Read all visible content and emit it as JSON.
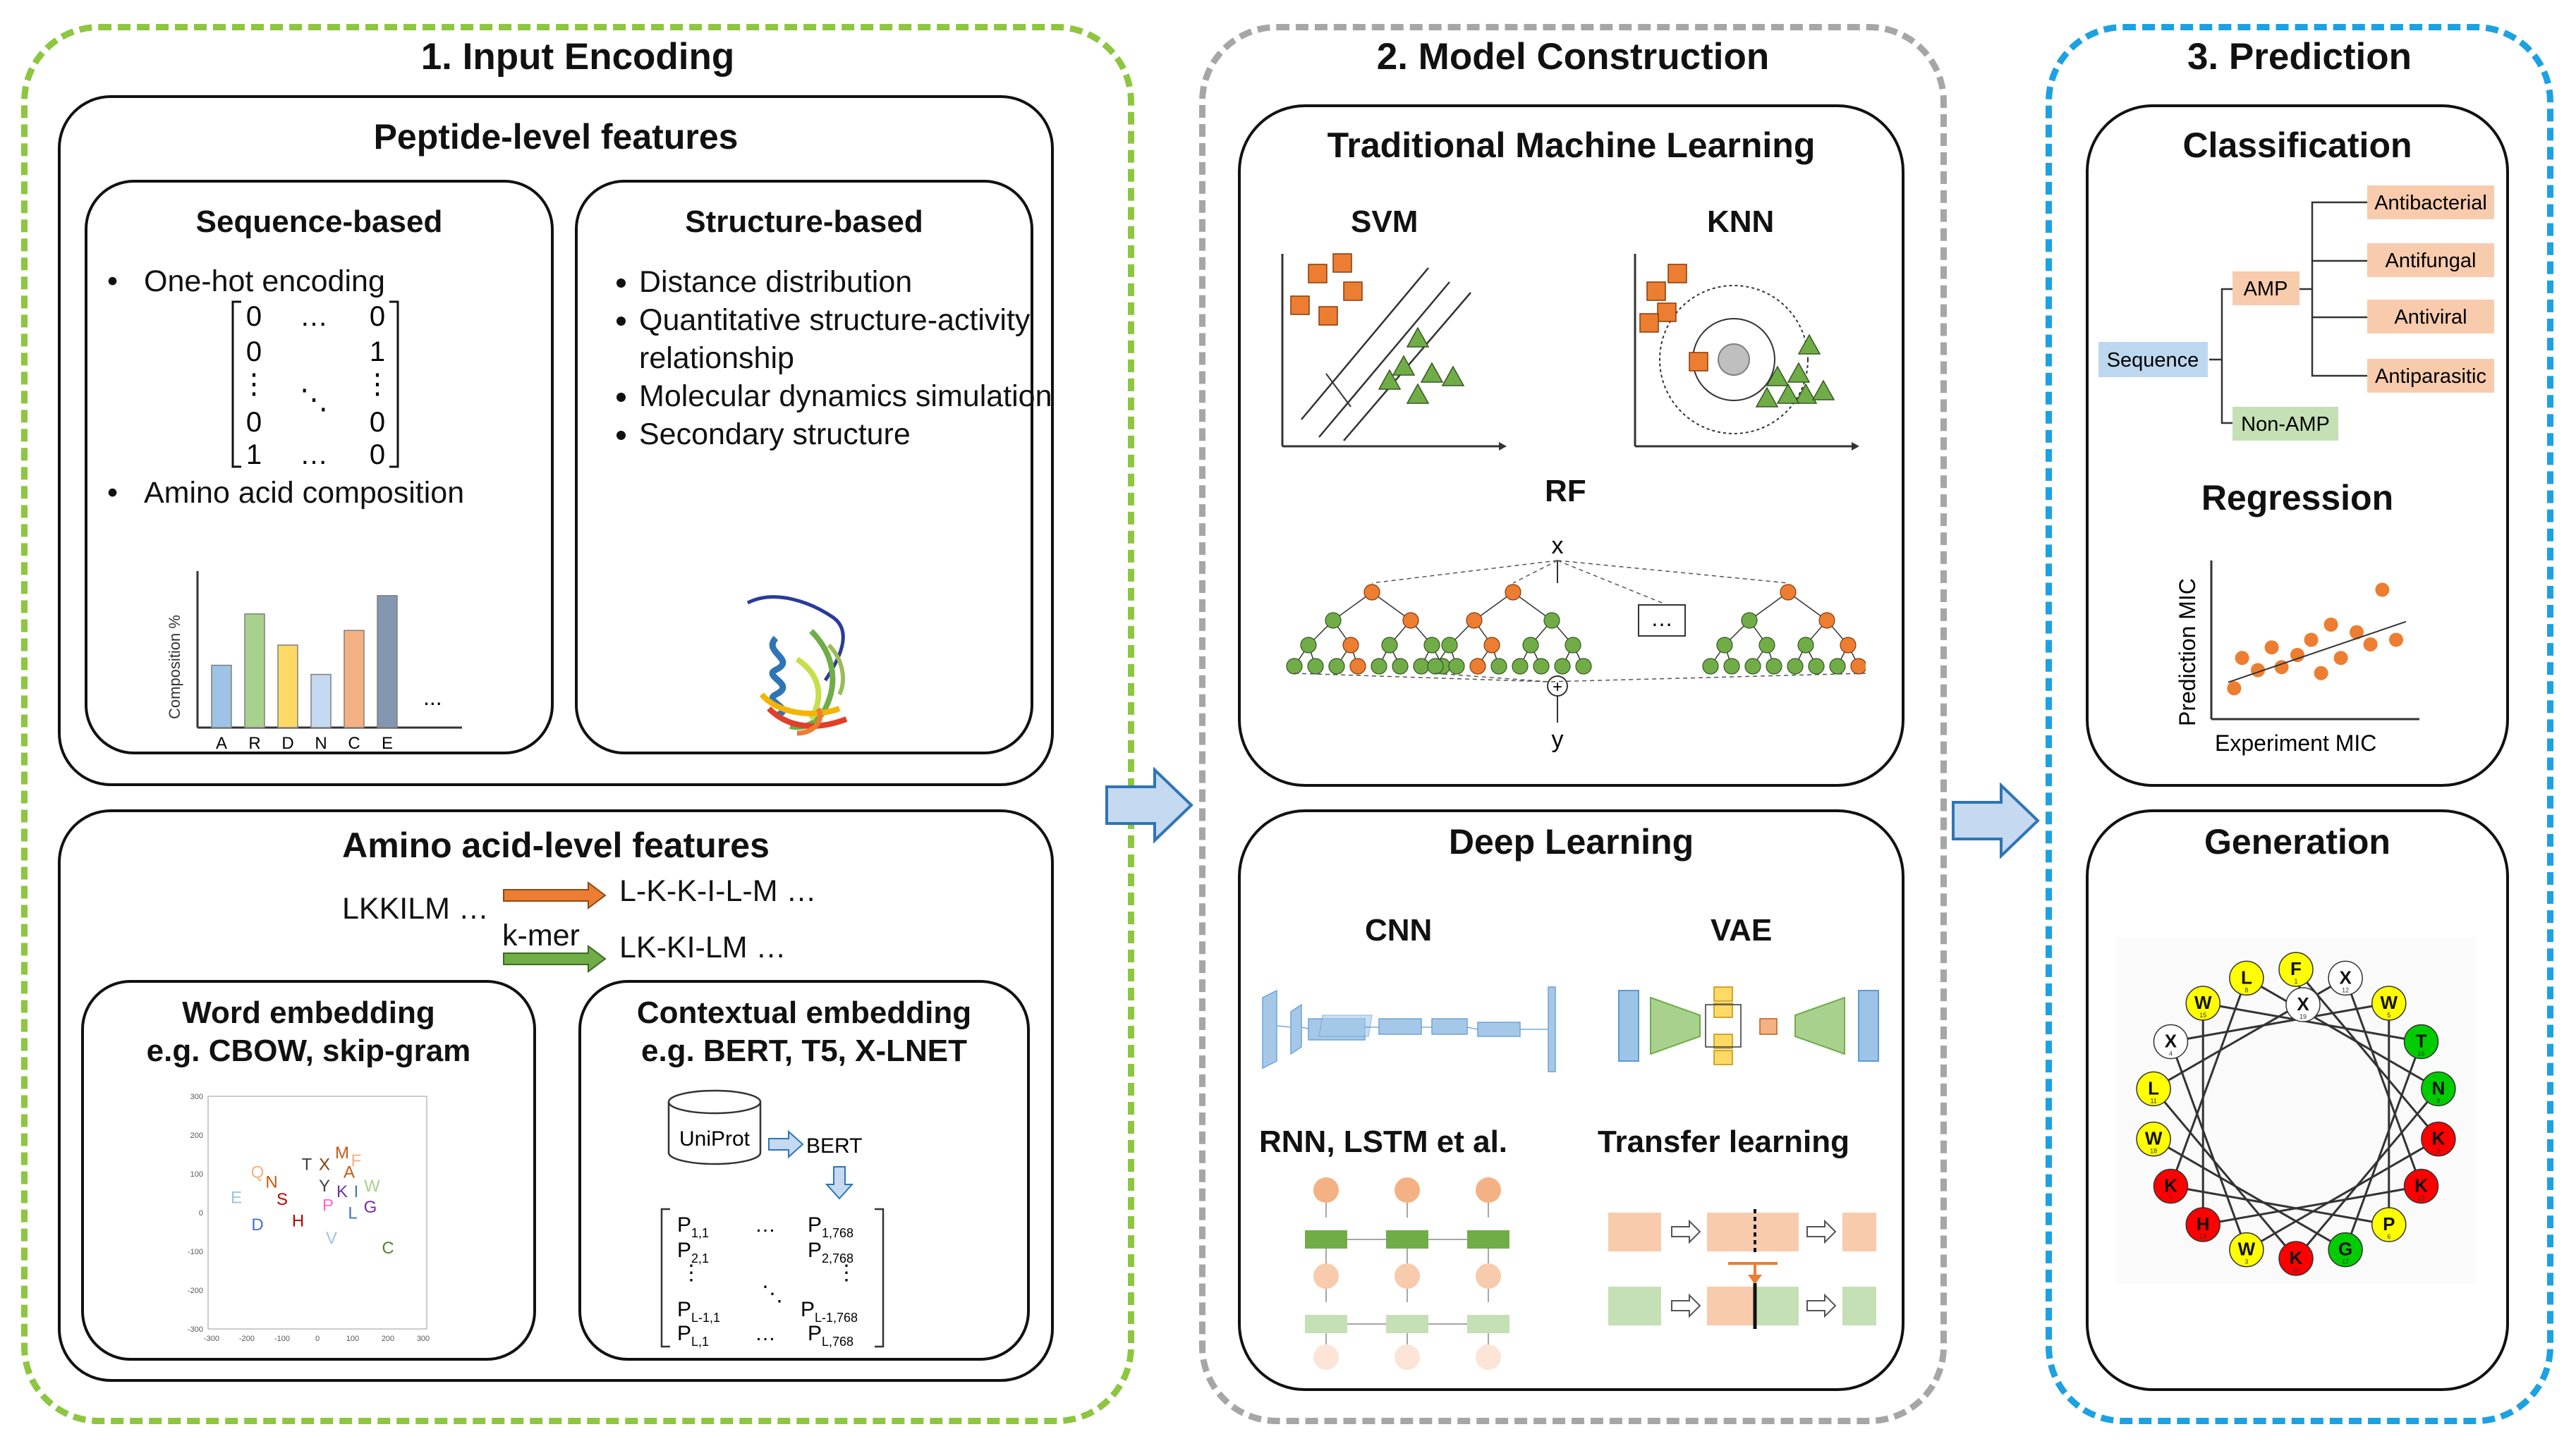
{
  "panel1": {
    "title": "1. Input Encoding",
    "peptide": {
      "title": "Peptide-level features",
      "sequence": {
        "title": "Sequence-based",
        "bullet1": "One-hot encoding",
        "bullet2": "Amino acid composition",
        "matrix": {
          "r1c1": "0",
          "r1c2": "…",
          "r1c3": "0",
          "r2c1": "0",
          "r2c3": "1",
          "r3c1": "⋮",
          "r3c2": "⋱",
          "r3c3": "⋮",
          "r4c1": "0",
          "r4c3": "0",
          "r5c1": "1",
          "r5c2": "…",
          "r5c3": "0"
        },
        "chart_data": {
          "type": "bar",
          "ylabel": "Composition %",
          "categories": [
            "A",
            "R",
            "D",
            "N",
            "C",
            "E"
          ],
          "values": [
            34,
            62,
            45,
            29,
            53,
            72
          ],
          "colors": [
            "#9dc3e6",
            "#a9d18e",
            "#ffd966",
            "#c5d9f1",
            "#f4b183",
            "#8497b0"
          ],
          "ellipsis": "..."
        }
      },
      "structure": {
        "title": "Structure-based",
        "items": [
          "Distance distribution",
          "Quantitative structure-activity relationship",
          "Molecular dynamics simulation",
          "Secondary structure"
        ]
      }
    },
    "amino": {
      "title": "Amino acid-level features",
      "seq": "LKKILM …",
      "split1": "L-K-K-I-L-M …",
      "kmer": "k-mer",
      "split2": "LK-KI-LM …",
      "word": {
        "title1": "Word embedding",
        "title2": "e.g. CBOW, skip-gram",
        "chart_data": {
          "type": "scatter",
          "xticks": [
            "-300",
            "-200",
            "-100",
            "0",
            "100",
            "200",
            "300"
          ],
          "yticks": [
            "300",
            "200",
            "100",
            "0",
            "-100",
            "-200",
            "-300"
          ],
          "points": [
            {
              "t": "M",
              "x": 70,
              "y": 140,
              "c": "#c55a11"
            },
            {
              "t": "F",
              "x": 110,
              "y": 120,
              "c": "#f4b183"
            },
            {
              "t": "T",
              "x": -30,
              "y": 110,
              "c": "#404040"
            },
            {
              "t": "X",
              "x": 20,
              "y": 110,
              "c": "#843c0c"
            },
            {
              "t": "A",
              "x": 90,
              "y": 90,
              "c": "#c55a11"
            },
            {
              "t": "Q",
              "x": -170,
              "y": 90,
              "c": "#f4b183"
            },
            {
              "t": "N",
              "x": -130,
              "y": 65,
              "c": "#c55a11"
            },
            {
              "t": "Y",
              "x": 20,
              "y": 55,
              "c": "#404040"
            },
            {
              "t": "K",
              "x": 70,
              "y": 40,
              "c": "#7030a0"
            },
            {
              "t": "I",
              "x": 110,
              "y": 40,
              "c": "#4472c4"
            },
            {
              "t": "W",
              "x": 155,
              "y": 55,
              "c": "#a9d18e"
            },
            {
              "t": "E",
              "x": -230,
              "y": 25,
              "c": "#9dc3e6"
            },
            {
              "t": "S",
              "x": -100,
              "y": 20,
              "c": "#c00000"
            },
            {
              "t": "P",
              "x": 30,
              "y": 5,
              "c": "#ff66cc"
            },
            {
              "t": "L",
              "x": 100,
              "y": -15,
              "c": "#4472c4"
            },
            {
              "t": "G",
              "x": 150,
              "y": 0,
              "c": "#7030a0"
            },
            {
              "t": "D",
              "x": -170,
              "y": -45,
              "c": "#4472c4"
            },
            {
              "t": "H",
              "x": -55,
              "y": -35,
              "c": "#c00000"
            },
            {
              "t": "V",
              "x": 40,
              "y": -80,
              "c": "#9dc3e6"
            },
            {
              "t": "C",
              "x": 200,
              "y": -105,
              "c": "#548235"
            }
          ]
        }
      },
      "context": {
        "title1": "Contextual embedding",
        "title2": "e.g. BERT, T5, X-LNET",
        "db": "UniProt",
        "model": "BERT",
        "m11": "P",
        "m11s": "1,1",
        "m12s": "1,768",
        "m21s": "2,1",
        "m22s": "2,768",
        "m41s": "L-1,1",
        "m42s": "L-1,768",
        "m51s": "L,1",
        "m52s": "L,768",
        "dots": "…",
        "vdots": "⋮",
        "ddots": "⋱"
      }
    }
  },
  "panel2": {
    "title": "2. Model Construction",
    "traditional": {
      "title": "Traditional Machine Learning",
      "svm": "SVM",
      "knn": "KNN",
      "rf": "RF",
      "x": "x",
      "y": "y",
      "dots": "…"
    },
    "deep": {
      "title": "Deep Learning",
      "cnn": "CNN",
      "vae": "VAE",
      "rnn": "RNN, LSTM et al.",
      "transfer": "Transfer learning"
    }
  },
  "panel3": {
    "title": "3. Prediction",
    "classification": {
      "title": "Classification",
      "sequence": "Sequence",
      "amp": "AMP",
      "nonamp": "Non-AMP",
      "antibacterial": "Antibacterial",
      "antifungal": "Antifungal",
      "antiviral": "Antiviral",
      "antiparasitic": "Antiparasitic"
    },
    "regression": {
      "title": "Regression",
      "chart_data": {
        "type": "scatter",
        "xlabel": "Experiment MIC",
        "ylabel": "Prediction MIC",
        "points": [
          [
            0.08,
            0.18
          ],
          [
            0.12,
            0.38
          ],
          [
            0.2,
            0.3
          ],
          [
            0.27,
            0.45
          ],
          [
            0.32,
            0.32
          ],
          [
            0.4,
            0.4
          ],
          [
            0.47,
            0.5
          ],
          [
            0.52,
            0.28
          ],
          [
            0.57,
            0.6
          ],
          [
            0.62,
            0.38
          ],
          [
            0.7,
            0.55
          ],
          [
            0.77,
            0.47
          ],
          [
            0.83,
            0.83
          ],
          [
            0.9,
            0.5
          ]
        ],
        "fit": [
          [
            0.05,
            0.22
          ],
          [
            0.95,
            0.62
          ]
        ],
        "color": "#ed7d31"
      }
    },
    "generation": {
      "title": "Generation",
      "residues": [
        {
          "t": "F",
          "n": "1",
          "c": "#ffff00"
        },
        {
          "t": "K",
          "n": "2",
          "c": "#ff0000"
        },
        {
          "t": "W",
          "n": "3",
          "c": "#ffff00"
        },
        {
          "t": "X",
          "n": "4",
          "c": "#ffffff"
        },
        {
          "t": "W",
          "n": "5",
          "c": "#ffff00"
        },
        {
          "t": "P",
          "n": "6",
          "c": "#ffff00"
        },
        {
          "t": "K",
          "n": "7",
          "c": "#ff0000"
        },
        {
          "t": "L",
          "n": "8",
          "c": "#ffff00"
        },
        {
          "t": "N",
          "n": "9",
          "c": "#00cc00"
        },
        {
          "t": "K",
          "n": "10",
          "c": "#ff0000"
        },
        {
          "t": "L",
          "n": "11",
          "c": "#ffff00"
        },
        {
          "t": "X",
          "n": "12",
          "c": "#ffffff"
        },
        {
          "t": "K",
          "n": "13",
          "c": "#ff0000"
        },
        {
          "t": "H",
          "n": "14",
          "c": "#ff0000"
        },
        {
          "t": "W",
          "n": "15",
          "c": "#ffff00"
        },
        {
          "t": "T",
          "n": "16",
          "c": "#00cc00"
        },
        {
          "t": "G",
          "n": "17",
          "c": "#00cc00"
        },
        {
          "t": "W",
          "n": "18",
          "c": "#ffff00"
        }
      ],
      "center": {
        "t": "X",
        "n": "19"
      }
    }
  },
  "colors": {
    "green": "#8dc63f",
    "gray": "#a6a6a6",
    "blue": "#1ca1e2",
    "orange": "#ed7d31",
    "tri": "#70ad47",
    "arrow": "#c5d9f1"
  }
}
